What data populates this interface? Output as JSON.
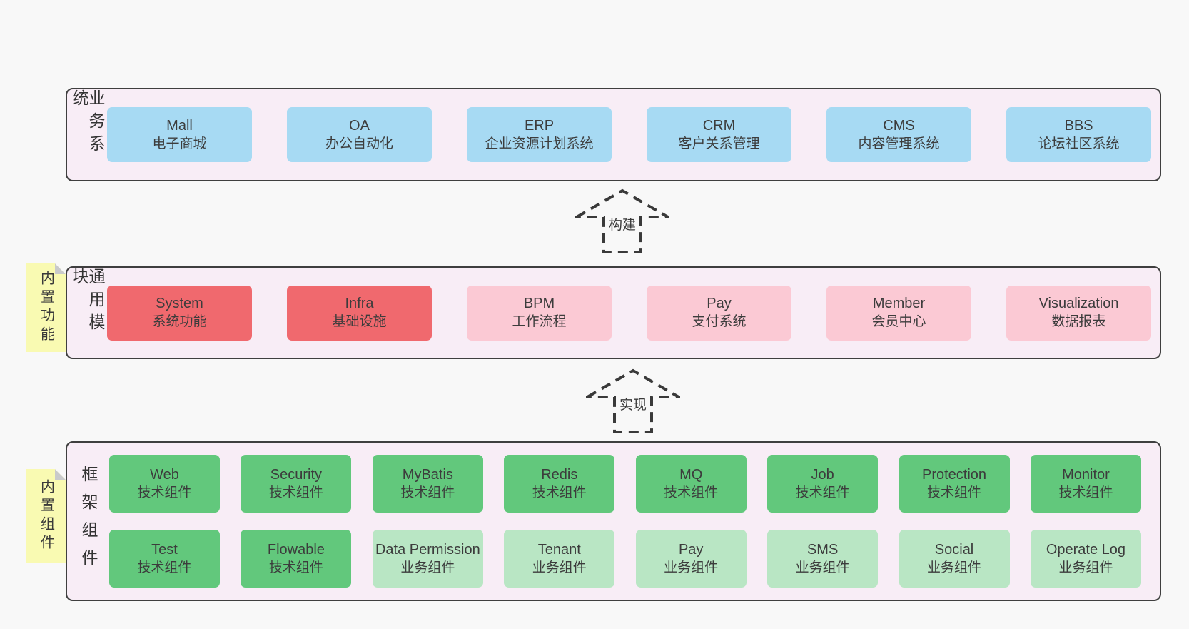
{
  "colors": {
    "page_bg": "#f8f8f8",
    "panel_bg": "#f8edf6",
    "panel_border": "#3f3f3f",
    "blue": "#a7daf3",
    "red": "#f0696e",
    "pink": "#fbc9d4",
    "green_dark": "#62c87c",
    "green_light": "#b9e6c4",
    "sticky_yellow": "#f9fab2",
    "sticky_fold": "#c9cacb",
    "text": "#3c3c3c"
  },
  "sections": {
    "business": {
      "label": "业务系统",
      "boxes": [
        {
          "title": "Mall",
          "subtitle": "电子商城",
          "variant": "blue"
        },
        {
          "title": "OA",
          "subtitle": "办公自动化",
          "variant": "blue"
        },
        {
          "title": "ERP",
          "subtitle": "企业资源计划系统",
          "variant": "blue"
        },
        {
          "title": "CRM",
          "subtitle": "客户关系管理",
          "variant": "blue"
        },
        {
          "title": "CMS",
          "subtitle": "内容管理系统",
          "variant": "blue"
        },
        {
          "title": "BBS",
          "subtitle": "论坛社区系统",
          "variant": "blue"
        }
      ]
    },
    "modules": {
      "label": "通用模块",
      "sticky": "内置功能",
      "boxes": [
        {
          "title": "System",
          "subtitle": "系统功能",
          "variant": "red"
        },
        {
          "title": "Infra",
          "subtitle": "基础设施",
          "variant": "red"
        },
        {
          "title": "BPM",
          "subtitle": "工作流程",
          "variant": "pink"
        },
        {
          "title": "Pay",
          "subtitle": "支付系统",
          "variant": "pink"
        },
        {
          "title": "Member",
          "subtitle": "会员中心",
          "variant": "pink"
        },
        {
          "title": "Visualization",
          "subtitle": "数据报表",
          "variant": "pink"
        }
      ]
    },
    "components": {
      "label": "框架组件",
      "sticky": "内置组件",
      "rows": [
        [
          {
            "title": "Web",
            "subtitle": "技术组件",
            "variant": "green-dark"
          },
          {
            "title": "Security",
            "subtitle": "技术组件",
            "variant": "green-dark"
          },
          {
            "title": "MyBatis",
            "subtitle": "技术组件",
            "variant": "green-dark"
          },
          {
            "title": "Redis",
            "subtitle": "技术组件",
            "variant": "green-dark"
          },
          {
            "title": "MQ",
            "subtitle": "技术组件",
            "variant": "green-dark"
          },
          {
            "title": "Job",
            "subtitle": "技术组件",
            "variant": "green-dark"
          },
          {
            "title": "Protection",
            "subtitle": "技术组件",
            "variant": "green-dark"
          },
          {
            "title": "Monitor",
            "subtitle": "技术组件",
            "variant": "green-dark"
          }
        ],
        [
          {
            "title": "Test",
            "subtitle": "技术组件",
            "variant": "green-dark"
          },
          {
            "title": "Flowable",
            "subtitle": "技术组件",
            "variant": "green-dark"
          },
          {
            "title": "Data Permission",
            "subtitle": "业务组件",
            "variant": "green-light"
          },
          {
            "title": "Tenant",
            "subtitle": "业务组件",
            "variant": "green-light"
          },
          {
            "title": "Pay",
            "subtitle": "业务组件",
            "variant": "green-light"
          },
          {
            "title": "SMS",
            "subtitle": "业务组件",
            "variant": "green-light"
          },
          {
            "title": "Social",
            "subtitle": "业务组件",
            "variant": "green-light"
          },
          {
            "title": "Operate Log",
            "subtitle": "业务组件",
            "variant": "green-light"
          }
        ]
      ]
    }
  },
  "arrows": [
    {
      "label": "构建"
    },
    {
      "label": "实现"
    }
  ]
}
